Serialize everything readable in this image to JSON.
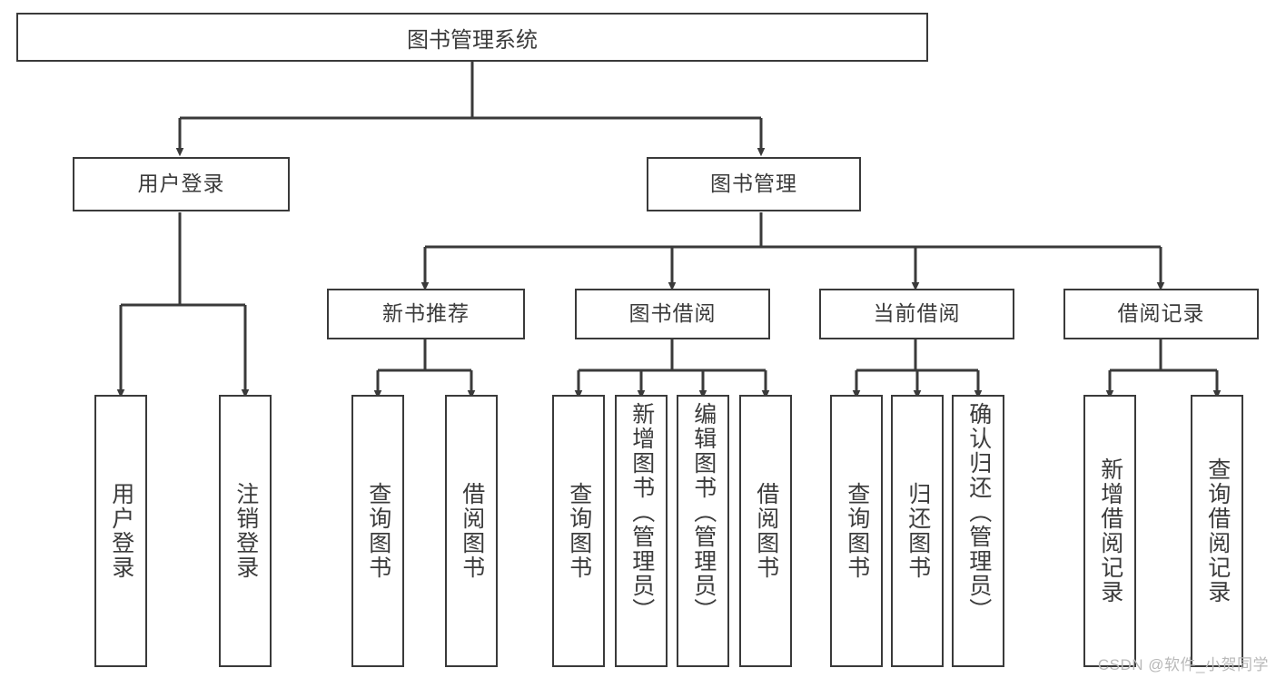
{
  "diagram": {
    "title": "图书管理系统",
    "type": "tree-hierarchy",
    "watermark": "CSDN @软件_小贺同学",
    "colors": {
      "line": "#3a3a3a",
      "text": "#3b3b3b",
      "background": "#ffffff",
      "watermark": "#b9b9b9"
    },
    "root": {
      "id": "root",
      "label": "图书管理系统"
    },
    "level2": [
      {
        "id": "user-login",
        "label": "用户登录"
      },
      {
        "id": "book-manage",
        "label": "图书管理"
      }
    ],
    "level3": [
      {
        "id": "new-book-recommend",
        "label": "新书推荐",
        "parent": "book-manage"
      },
      {
        "id": "book-borrow",
        "label": "图书借阅",
        "parent": "book-manage"
      },
      {
        "id": "current-borrow",
        "label": "当前借阅",
        "parent": "book-manage"
      },
      {
        "id": "borrow-record",
        "label": "借阅记录",
        "parent": "book-manage"
      }
    ],
    "leaves": [
      {
        "id": "leaf-user-login",
        "label": "用户登录",
        "parent": "user-login"
      },
      {
        "id": "leaf-logout",
        "label": "注销登录",
        "parent": "user-login"
      },
      {
        "id": "leaf-query-book-1",
        "label": "查询图书",
        "parent": "new-book-recommend"
      },
      {
        "id": "leaf-borrow-book-1",
        "label": "借阅图书",
        "parent": "new-book-recommend"
      },
      {
        "id": "leaf-query-book-2",
        "label": "查询图书",
        "parent": "book-borrow"
      },
      {
        "id": "leaf-add-book",
        "label": "新增图书（管理员）",
        "parent": "book-borrow"
      },
      {
        "id": "leaf-edit-book",
        "label": "编辑图书（管理员）",
        "parent": "book-borrow"
      },
      {
        "id": "leaf-borrow-book-2",
        "label": "借阅图书",
        "parent": "book-borrow"
      },
      {
        "id": "leaf-query-book-3",
        "label": "查询图书",
        "parent": "current-borrow"
      },
      {
        "id": "leaf-return-book",
        "label": "归还图书",
        "parent": "current-borrow"
      },
      {
        "id": "leaf-confirm-return",
        "label": "确认归还（管理员）",
        "parent": "current-borrow"
      },
      {
        "id": "leaf-add-record",
        "label": "新增借阅记录",
        "parent": "borrow-record"
      },
      {
        "id": "leaf-query-record",
        "label": "查询借阅记录",
        "parent": "borrow-record"
      }
    ]
  }
}
